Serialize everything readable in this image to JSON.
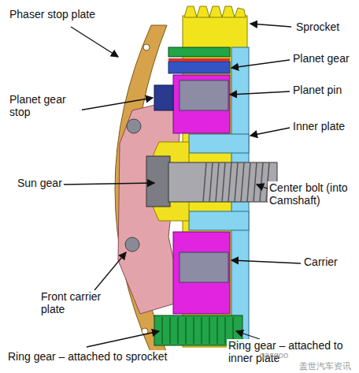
{
  "diagram": {
    "labels": [
      "Phaser stop plate",
      "Sprocket",
      "Planet gear",
      "Planet gear stop",
      "Planet pin",
      "Inner plate",
      "Sun gear",
      "Center bolt (into Camshaft)",
      "Carrier",
      "Front carrier plate",
      "Ring gear – attached to sprocket",
      "Ring gear – attached to inner plate",
      "gasgoo",
      "盖世汽车资讯"
    ]
  }
}
